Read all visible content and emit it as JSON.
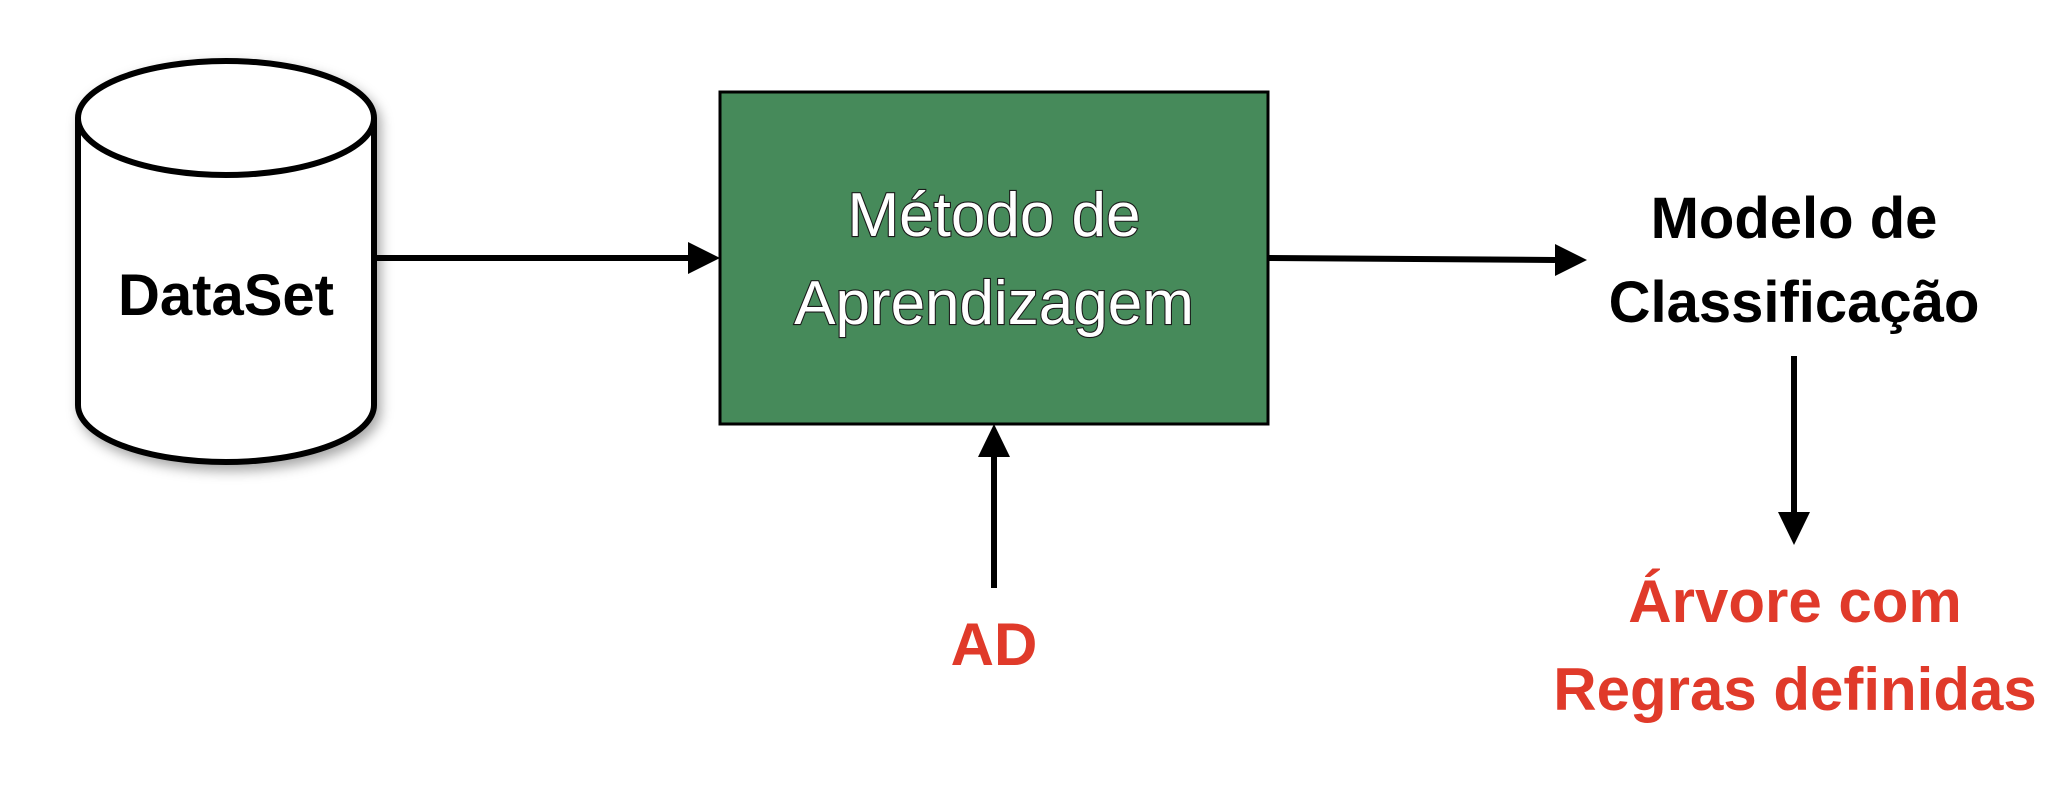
{
  "dataset": {
    "label": "DataSet"
  },
  "method": {
    "line1": "Método de",
    "line2": "Aprendizagem"
  },
  "model": {
    "line1": "Modelo de",
    "line2": "Classificação"
  },
  "algorithm": {
    "label": "AD"
  },
  "result": {
    "line1": "Árvore com",
    "line2": "Regras definidas"
  },
  "colors": {
    "method_box_fill": "#468a5a",
    "accent_red": "#e03a2a",
    "stroke": "#000000"
  }
}
